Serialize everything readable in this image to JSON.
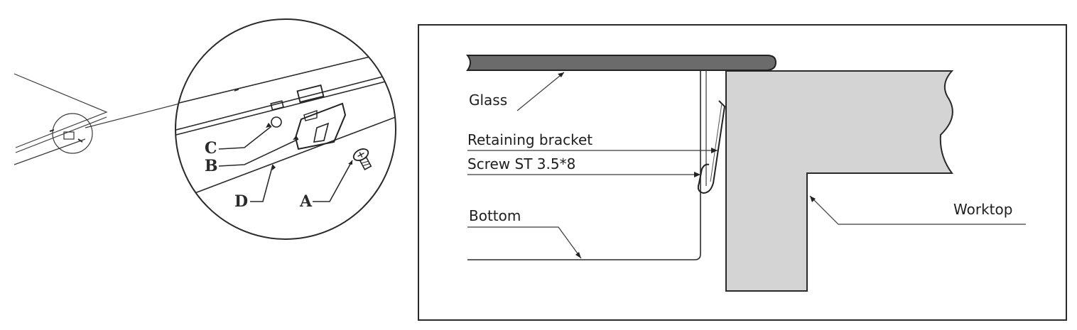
{
  "detail_view": {
    "labels": {
      "a": "A",
      "b": "B",
      "c": "C",
      "d": "D"
    }
  },
  "section_view": {
    "labels": {
      "glass": "Glass",
      "retaining_bracket": "Retaining bracket",
      "screw": "Screw ST 3.5*8",
      "bottom": "Bottom",
      "worktop": "Worktop"
    },
    "colors": {
      "glass_fill": "#6b6b6b",
      "worktop_fill": "#d4d4d4",
      "frame_stroke": "#2a2a2a"
    }
  }
}
